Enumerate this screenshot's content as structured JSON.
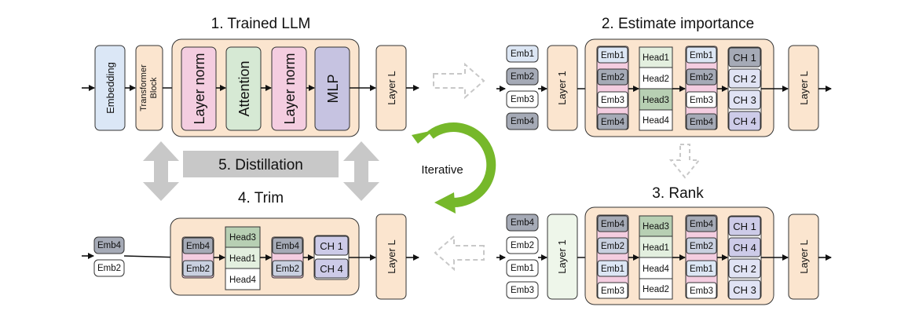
{
  "titles": {
    "trained": "1. Trained LLM",
    "estimate": "2. Estimate importance",
    "rank": "3. Rank",
    "trim": "4. Trim",
    "distill": "5. Distillation",
    "iterative": "Iterative"
  },
  "panel1": {
    "embedding": "Embedding",
    "transformer_block_l1": "Transformer",
    "transformer_block_l2": "Block",
    "layer_norm_1": "Layer norm",
    "attention": "Attention",
    "layer_norm_2": "Layer norm",
    "mlp": "MLP",
    "layer_l": "Layer L"
  },
  "panel2": {
    "emb_in": [
      "Emb1",
      "Emb2",
      "Emb3",
      "Emb4"
    ],
    "layer1": "Layer 1",
    "emb_a": [
      "Emb1",
      "Emb2",
      "Emb3",
      "Emb4"
    ],
    "heads": [
      "Head1",
      "Head2",
      "Head3",
      "Head4"
    ],
    "emb_b": [
      "Emb1",
      "Emb2",
      "Emb3",
      "Emb4"
    ],
    "ch": [
      "CH 1",
      "CH 2",
      "CH 3",
      "CH 4"
    ],
    "layer_l": "Layer L"
  },
  "panel3": {
    "emb_in": [
      "Emb4",
      "Emb2",
      "Emb1",
      "Emb3"
    ],
    "layer1": "Layer 1",
    "emb_a": [
      "Emb4",
      "Emb2",
      "Emb1",
      "Emb3"
    ],
    "heads": [
      "Head3",
      "Head1",
      "Head4",
      "Head2"
    ],
    "emb_b": [
      "Emb4",
      "Emb2",
      "Emb1",
      "Emb3"
    ],
    "ch": [
      "CH 1",
      "CH 4",
      "CH 2",
      "CH 3"
    ],
    "layer_l": "Layer L"
  },
  "panel4": {
    "emb_in": [
      "Emb4",
      "Emb2"
    ],
    "emb_a": [
      "Emb4",
      "Emb2"
    ],
    "heads": [
      "Head3",
      "Head1",
      "Head4"
    ],
    "emb_b": [
      "Emb4",
      "Emb2"
    ],
    "ch": [
      "CH 1",
      "CH 4"
    ],
    "layer_l": "Layer L"
  },
  "colors": {
    "block_bg": "#fbe5cf",
    "embedding_blue": "#dbe7f6",
    "layer_norm_pink": "#f4cde0",
    "attention_green": "#d6e9d4",
    "mlp_purple": "#c6c3e1",
    "emb_dark": "#a5aab6",
    "emb_mid": "#c9d0e0",
    "emb_light": "#dce6f4",
    "head_green": "#b7cfb3",
    "head_light_green": "#e3efdf",
    "ch_purple": "#cdcbe8",
    "ch_light": "#e0e3f4",
    "arrow_gray": "#c8c8c8",
    "iterative_green": "#76b82a"
  }
}
